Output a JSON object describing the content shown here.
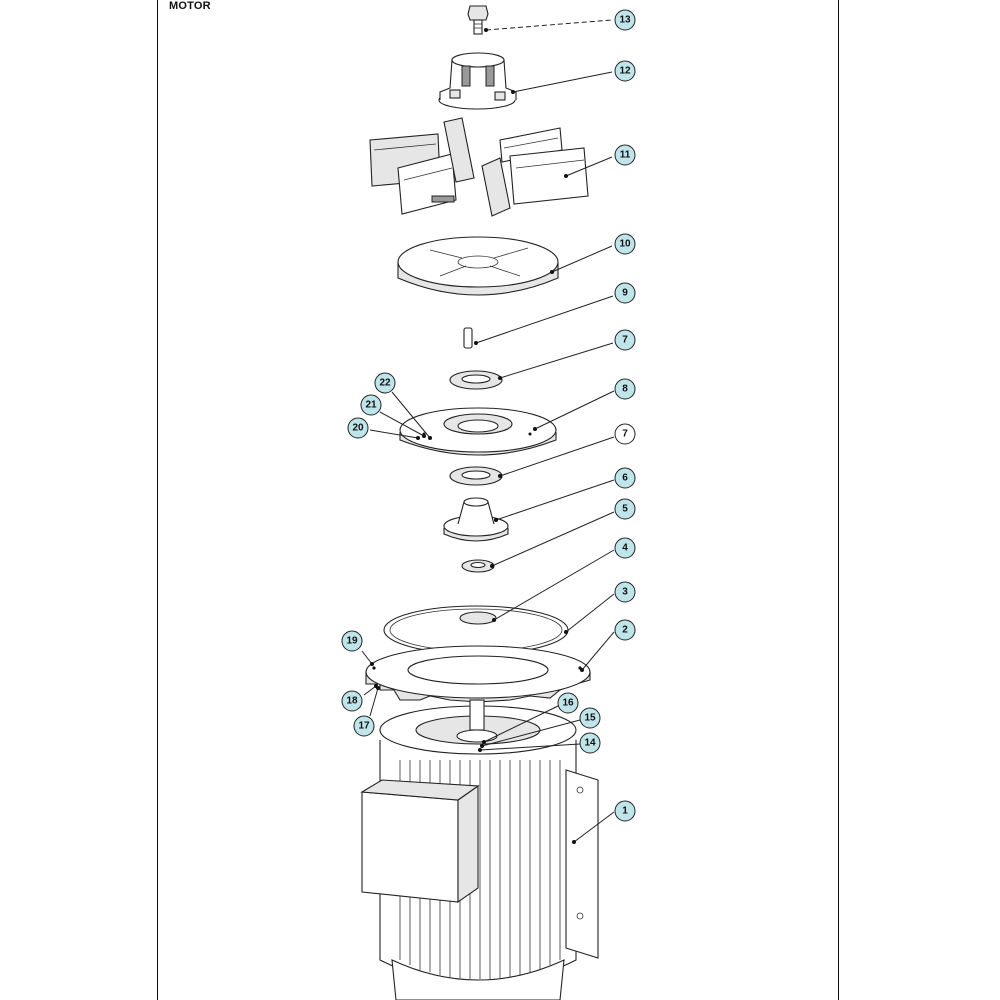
{
  "diagram": {
    "title": "MOTOR",
    "colors": {
      "callout_fill": "#bfe4ea",
      "callout_plain": "#ffffff",
      "line": "#222222",
      "frame": "#111111"
    },
    "callouts": [
      {
        "id": "13",
        "style": "highlight"
      },
      {
        "id": "12",
        "style": "highlight"
      },
      {
        "id": "11",
        "style": "highlight"
      },
      {
        "id": "10",
        "style": "highlight"
      },
      {
        "id": "9",
        "style": "highlight"
      },
      {
        "id": "7",
        "style": "highlight"
      },
      {
        "id": "8",
        "style": "highlight"
      },
      {
        "id": "22",
        "style": "highlight"
      },
      {
        "id": "21",
        "style": "highlight"
      },
      {
        "id": "20",
        "style": "highlight"
      },
      {
        "id": "7",
        "style": "plain"
      },
      {
        "id": "6",
        "style": "highlight"
      },
      {
        "id": "5",
        "style": "highlight"
      },
      {
        "id": "4",
        "style": "highlight"
      },
      {
        "id": "3",
        "style": "highlight"
      },
      {
        "id": "2",
        "style": "highlight"
      },
      {
        "id": "19",
        "style": "highlight"
      },
      {
        "id": "18",
        "style": "highlight"
      },
      {
        "id": "17",
        "style": "highlight"
      },
      {
        "id": "16",
        "style": "highlight"
      },
      {
        "id": "15",
        "style": "highlight"
      },
      {
        "id": "14",
        "style": "highlight"
      },
      {
        "id": "1",
        "style": "highlight"
      }
    ]
  }
}
